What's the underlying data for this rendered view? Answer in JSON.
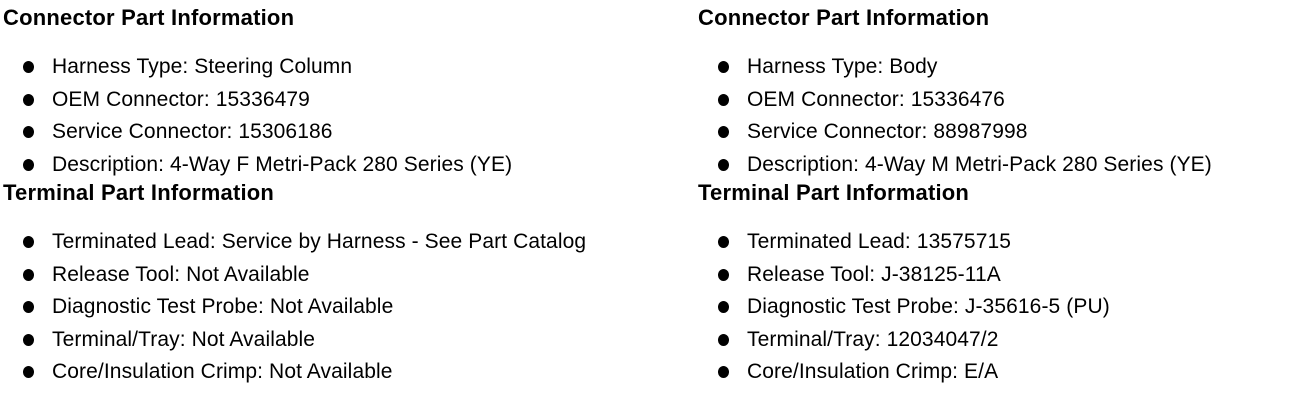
{
  "page": {
    "background_color": "#ffffff",
    "text_color": "#000000"
  },
  "columns": [
    {
      "connector_heading": "Connector Part Information",
      "connector_items": [
        "Harness Type: Steering Column",
        "OEM Connector: 15336479",
        "Service Connector: 15306186",
        "Description: 4-Way F Metri-Pack 280 Series (YE)"
      ],
      "terminal_heading": "Terminal Part Information",
      "terminal_items": [
        "Terminated Lead: Service by Harness - See Part Catalog",
        "Release Tool: Not Available",
        "Diagnostic Test Probe: Not Available",
        "Terminal/Tray: Not Available",
        "Core/Insulation Crimp: Not Available"
      ]
    },
    {
      "connector_heading": "Connector Part Information",
      "connector_items": [
        "Harness Type: Body",
        "OEM Connector: 15336476",
        "Service Connector: 88987998",
        "Description: 4-Way M Metri-Pack 280 Series (YE)"
      ],
      "terminal_heading": "Terminal Part Information",
      "terminal_items": [
        "Terminated Lead: 13575715",
        "Release Tool: J-38125-11A",
        "Diagnostic Test Probe: J-35616-5 (PU)",
        "Terminal/Tray: 12034047/2",
        "Core/Insulation Crimp: E/A"
      ]
    }
  ]
}
